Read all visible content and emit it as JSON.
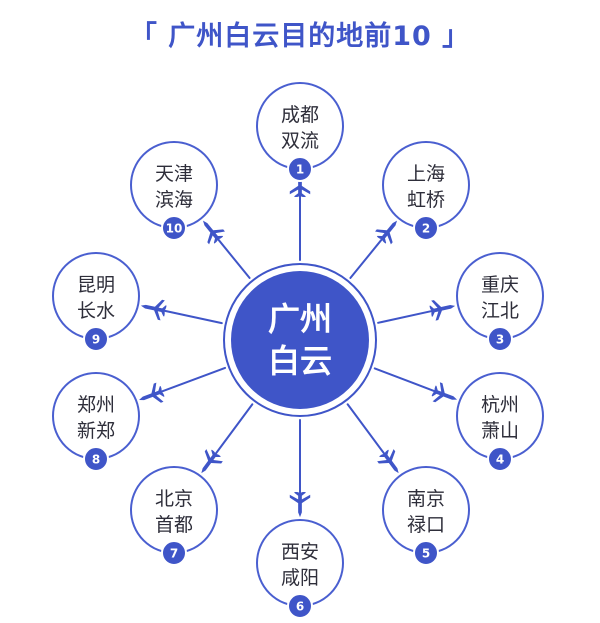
{
  "title": "「 广州白云目的地前10 」",
  "hub": {
    "line1": "广州",
    "line2": "白云"
  },
  "colors": {
    "primary": "#3f55c8",
    "ring": "#4a5fd0",
    "text": "#2e2e3a"
  },
  "destinations": [
    {
      "rank": "1",
      "line1": "成都",
      "line2": "双流"
    },
    {
      "rank": "2",
      "line1": "上海",
      "line2": "虹桥"
    },
    {
      "rank": "3",
      "line1": "重庆",
      "line2": "江北"
    },
    {
      "rank": "4",
      "line1": "杭州",
      "line2": "萧山"
    },
    {
      "rank": "5",
      "line1": "南京",
      "line2": "禄口"
    },
    {
      "rank": "6",
      "line1": "西安",
      "line2": "咸阳"
    },
    {
      "rank": "7",
      "line1": "北京",
      "line2": "首都"
    },
    {
      "rank": "8",
      "line1": "郑州",
      "line2": "新郑"
    },
    {
      "rank": "9",
      "line1": "昆明",
      "line2": "长水"
    },
    {
      "rank": "10",
      "line1": "天津",
      "line2": "滨海"
    }
  ]
}
